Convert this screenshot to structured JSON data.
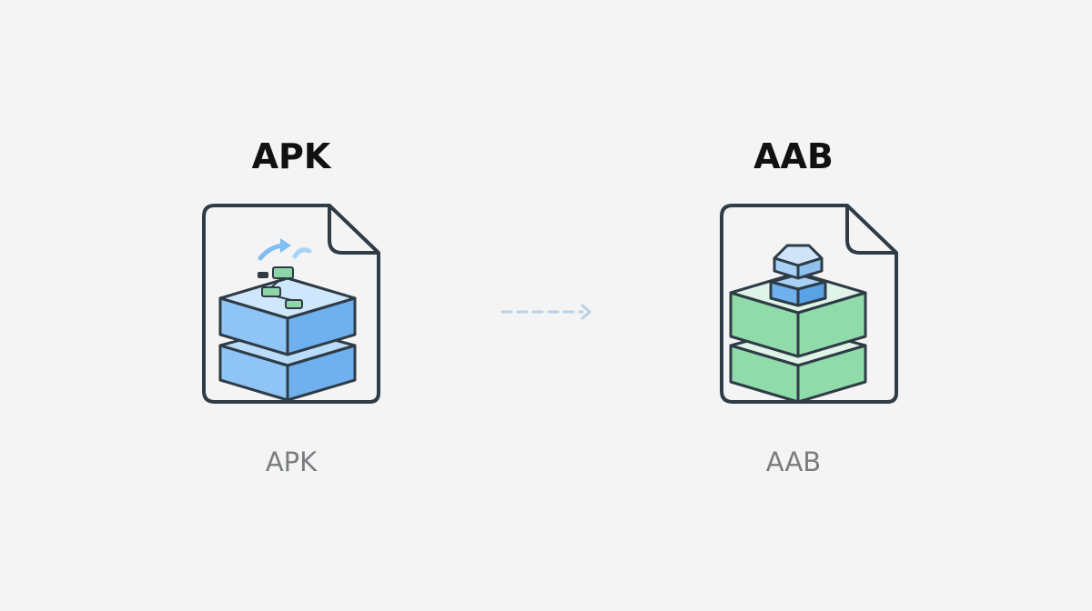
{
  "apk": {
    "heading": "APK",
    "caption": "APK",
    "accent_color": "#8fc4f6",
    "accent_dark": "#6fb0ee",
    "detail_color": "#8ed6a8"
  },
  "aab": {
    "heading": "AAB",
    "caption": "AAB",
    "accent_color": "#8fdcaa",
    "accent_light": "#dff3e8",
    "cube_color": "#a9d0f5"
  },
  "arrow": {
    "color": "#b9d2e6"
  },
  "outline_color": "#2f3b45",
  "background_color": "#f4f4f4"
}
